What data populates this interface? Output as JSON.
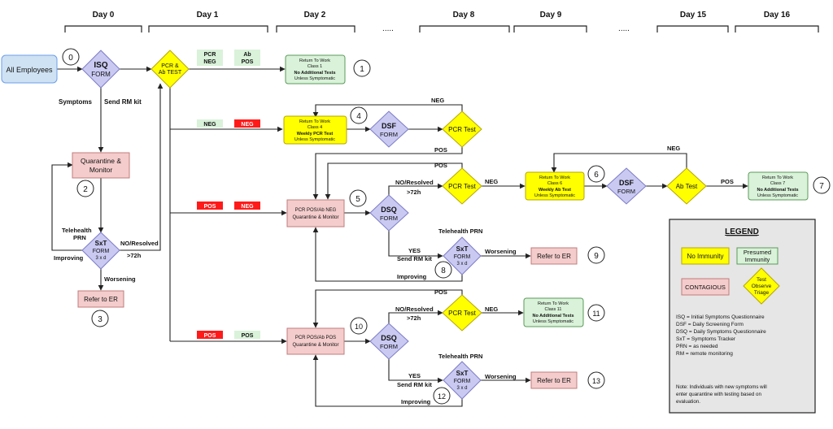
{
  "colors": {
    "blue_fill": "#cfe2f3",
    "blue_stroke": "#6d9eeb",
    "lavender_fill": "#c9c9f2",
    "lavender_stroke": "#7c7cc6",
    "yellow_fill": "#ffff00",
    "yellow_stroke": "#b5a600",
    "pink_fill": "#f4cccc",
    "pink_stroke": "#c27b7b",
    "green_fill": "#d9f2d9",
    "green_stroke": "#5b9a5b",
    "tag_green": "#d9f2d9",
    "tag_red": "#ff1a1a",
    "legend_bg": "#e6e6e6",
    "line": "#222222"
  },
  "timeline": {
    "days": [
      "Day 0",
      "Day 1",
      "Day 2",
      "Day 8",
      "Day 9",
      "Day 15",
      "Day 16"
    ],
    "ellipsis": "....."
  },
  "nodes": {
    "all_employees": "All Employees",
    "isq": {
      "title": "ISQ",
      "sub": "FORM"
    },
    "pcr_ab_test": {
      "line1": "PCR &",
      "line2": "Ab TEST"
    },
    "quarantine_monitor": {
      "line1": "Quarantine &",
      "line2": "Monitor"
    },
    "sxt_form_main": {
      "title": "SxT",
      "sub": "FORM",
      "freq": "3 x d"
    },
    "refer_er_main": "Refer to ER",
    "rtw_class1": {
      "l1": "Return To Work",
      "l2": "Class 1",
      "l3": "No Additional Tests",
      "l4": "Unless Symptomatic"
    },
    "rtw_class4": {
      "l1": "Return To Work",
      "l2": "Class 4",
      "l3": "Weekly PCR Test",
      "l4": "Unless Symptomatic"
    },
    "dsf_form_4": {
      "title": "DSF",
      "sub": "FORM"
    },
    "pcr_test_4": "PCR Test",
    "pcr_pos_ab_neg": {
      "l1": "PCR POS/Ab NEG",
      "l2": "Quarantine & Monitor"
    },
    "dsq_form_5": {
      "title": "DSQ",
      "sub": "FORM"
    },
    "pcr_test_5": "PCR Test",
    "rtw_class6": {
      "l1": "Return To Work",
      "l2": "Class 6",
      "l3": "Weekly Ab Test",
      "l4": "Unless Symptomatic"
    },
    "dsf_form_6": {
      "title": "DSF",
      "sub": "FORM"
    },
    "ab_test_6": "Ab Test",
    "rtw_class7": {
      "l1": "Return To Work",
      "l2": "Class 7",
      "l3": "No Additional Tests",
      "l4": "Unless Symptomatic"
    },
    "sxt_form_8": {
      "title": "SxT",
      "sub": "FORM",
      "freq": "3 x d"
    },
    "refer_er_9": "Refer to ER",
    "pcr_pos_ab_pos": {
      "l1": "PCR POS/Ab POS",
      "l2": "Quarantine & Monitor"
    },
    "dsq_form_10": {
      "title": "DSQ",
      "sub": "FORM"
    },
    "pcr_test_10": "PCR Test",
    "rtw_class11": {
      "l1": "Return To Work",
      "l2": "Class 11",
      "l3": "No Additional Tests",
      "l4": "Unless Symptomatic"
    },
    "sxt_form_12": {
      "title": "SxT",
      "sub": "FORM",
      "freq": "3 x d"
    },
    "refer_er_13": "Refer to ER"
  },
  "step_numbers": [
    "0",
    "1",
    "2",
    "3",
    "4",
    "5",
    "6",
    "7",
    "8",
    "9",
    "10",
    "11",
    "12",
    "13"
  ],
  "tags": {
    "pcr_neg": {
      "l1": "PCR",
      "l2": "NEG"
    },
    "ab_pos": {
      "l1": "Ab",
      "l2": "POS"
    },
    "row4_pcr": "NEG",
    "row4_ab": "NEG",
    "row5_pcr": "POS",
    "row5_ab": "NEG",
    "row10_pcr": "POS",
    "row10_ab": "POS"
  },
  "edge_labels": {
    "symptoms": "Symptoms",
    "send_rm_kit": "Send RM kit",
    "telehealth_prn": "Telehealth",
    "telehealth_prn2": "PRN",
    "improving": "Improving",
    "no_resolved": "NO/Resolved",
    "gt72h": ">72h",
    "worsening": "Worsening",
    "neg": "NEG",
    "pos": "POS",
    "yes": "YES",
    "telehealth_full": "Telehealth PRN"
  },
  "legend": {
    "title": "LEGEND",
    "no_immunity": "No Immunity",
    "presumed_immunity": {
      "l1": "Presumed",
      "l2": "Immunity"
    },
    "contagious": "CONTAGIOUS",
    "test_observe_triage": {
      "l1": "Test",
      "l2": "Observe",
      "l3": "Triage"
    },
    "abbreviations": [
      "ISQ  = Initial Symptoms Questionnaire",
      "DSF = Daily Screening Form",
      "DSQ = Daily Symptoms Questionnaire",
      "SxT  = Symptoms Tracker",
      "PRN = as needed",
      "RM = remote monitoring"
    ],
    "note": [
      "Note: Individuals with new symptoms will",
      "enter quarantine with testing based on",
      "evaluation."
    ]
  }
}
